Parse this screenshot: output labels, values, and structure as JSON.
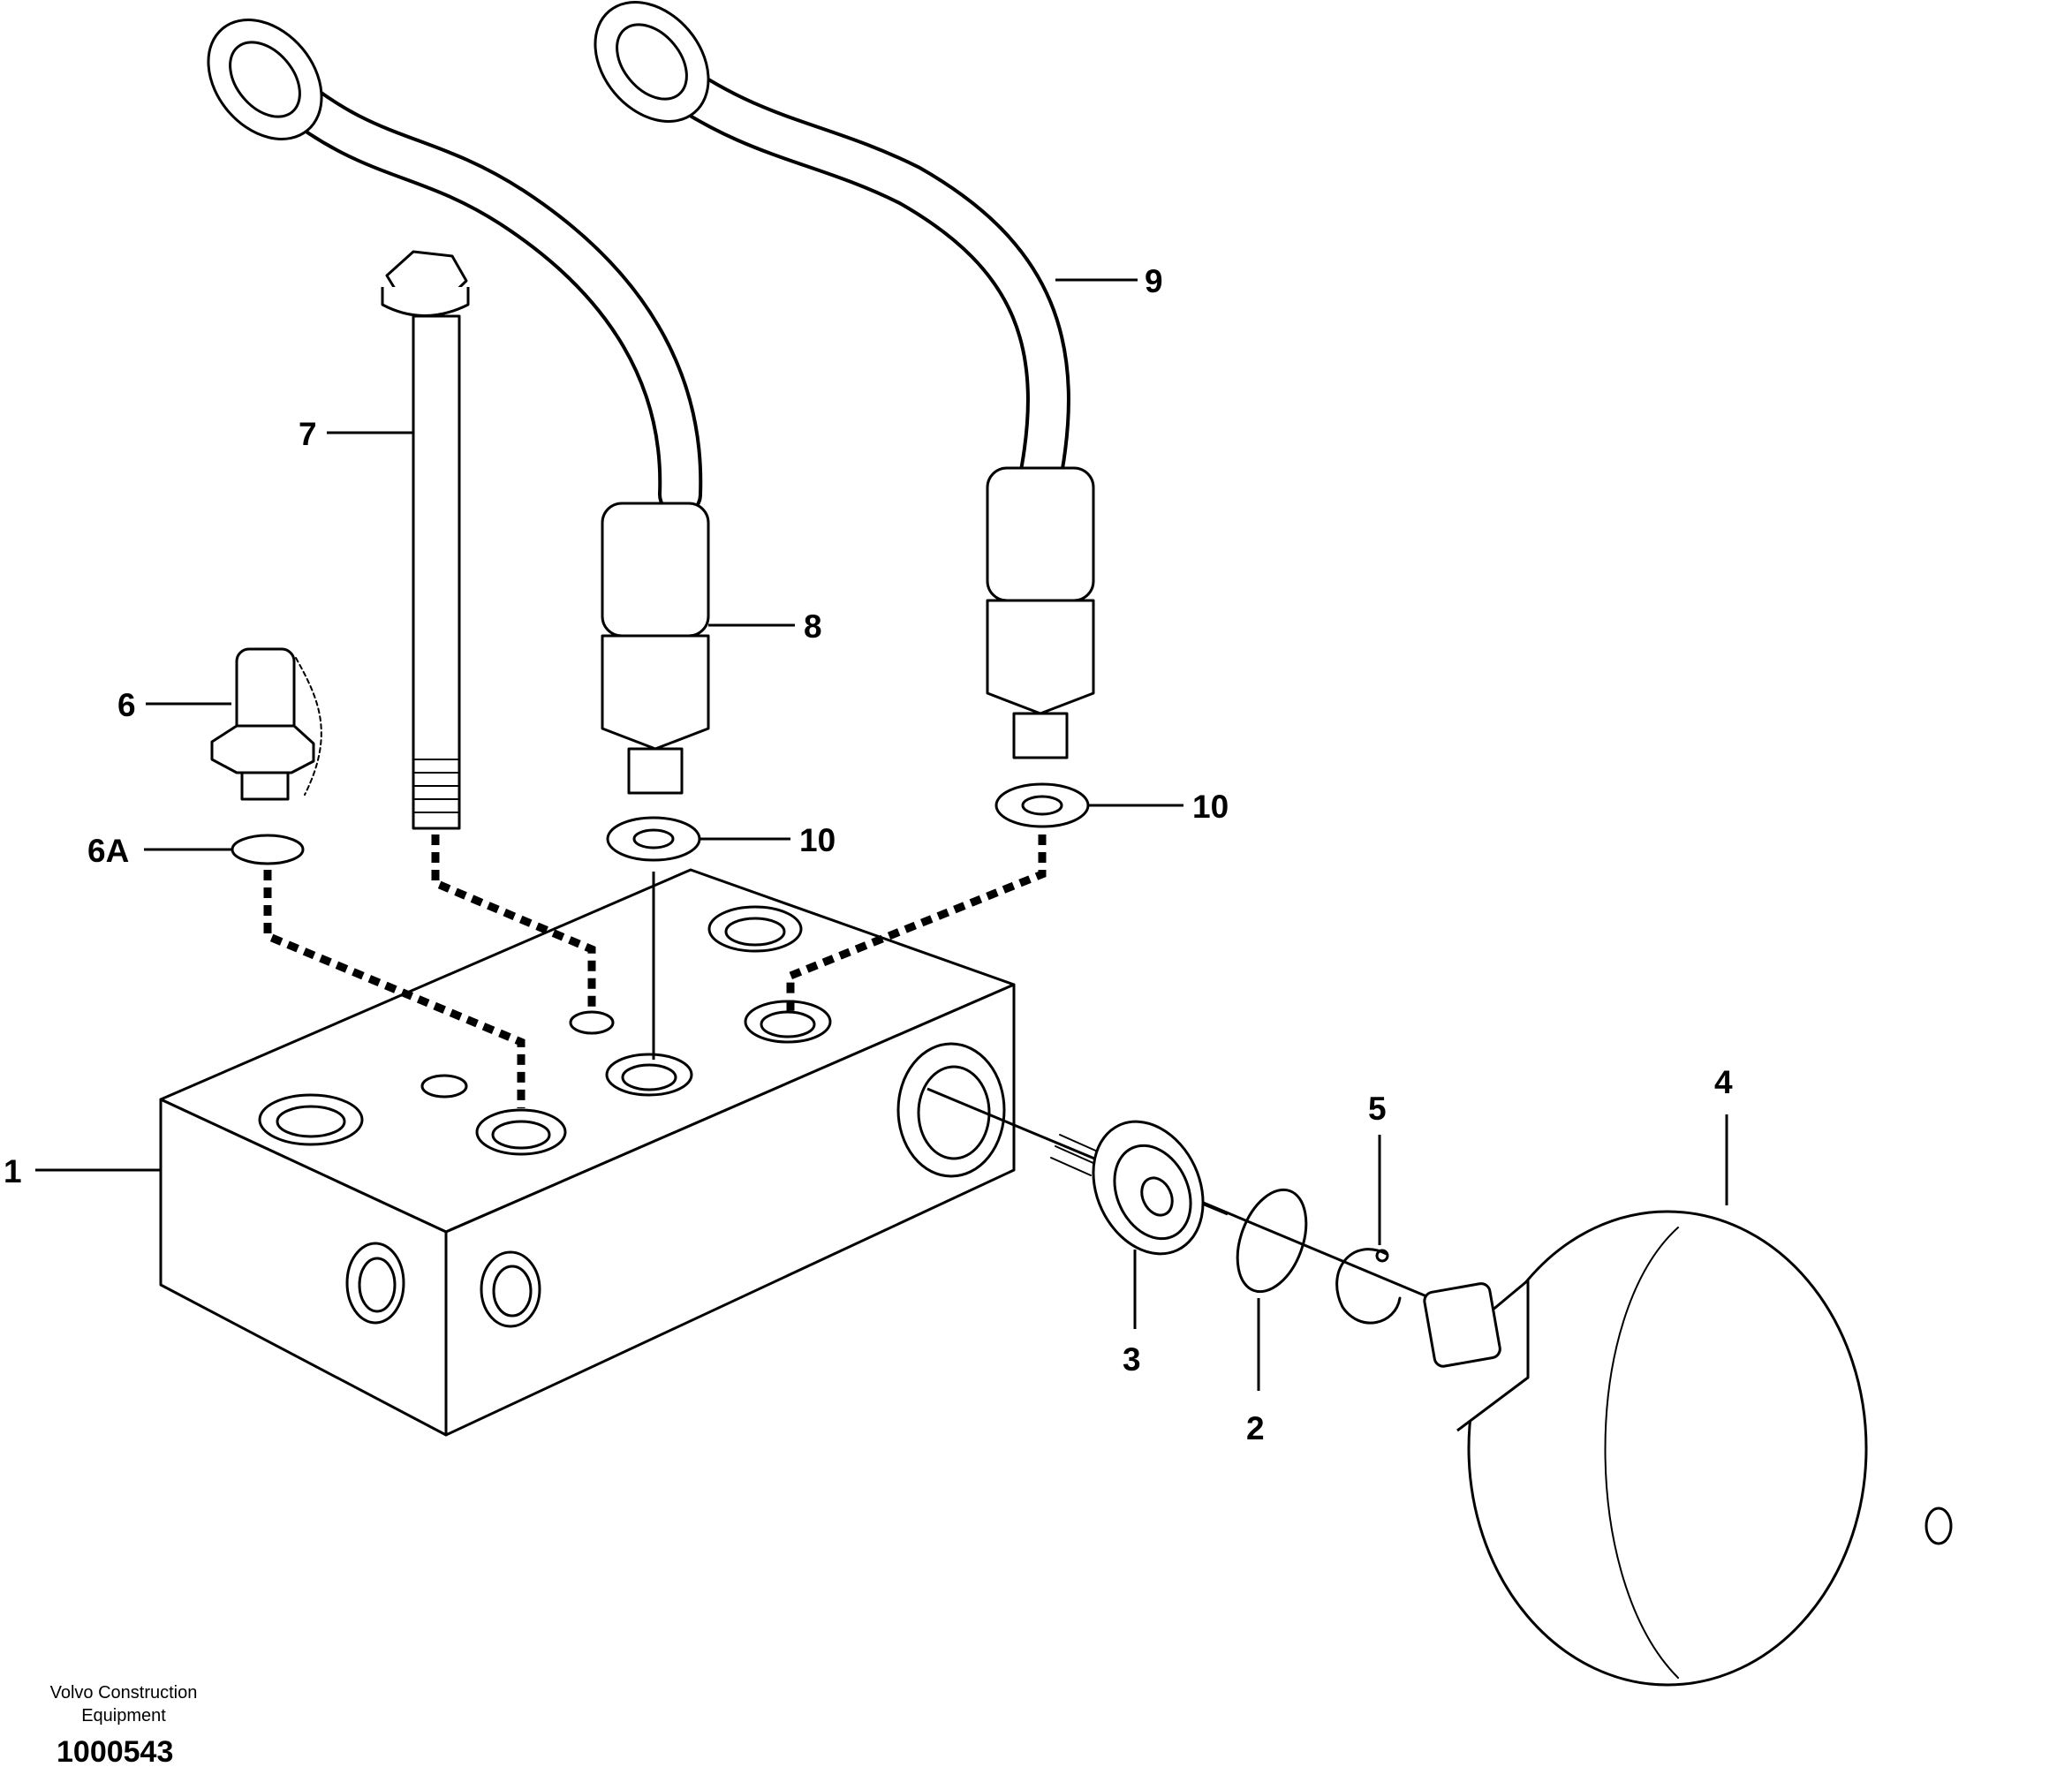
{
  "diagram": {
    "parts": [
      {
        "id": "p1",
        "label": "1"
      },
      {
        "id": "p2",
        "label": "2"
      },
      {
        "id": "p3",
        "label": "3"
      },
      {
        "id": "p4",
        "label": "4"
      },
      {
        "id": "p5",
        "label": "5"
      },
      {
        "id": "p6",
        "label": "6"
      },
      {
        "id": "p6a",
        "label": "6A"
      },
      {
        "id": "p7",
        "label": "7"
      },
      {
        "id": "p8",
        "label": "8"
      },
      {
        "id": "p9",
        "label": "9"
      },
      {
        "id": "p10a",
        "label": "10"
      },
      {
        "id": "p10b",
        "label": "10"
      }
    ]
  },
  "footer": {
    "credit_line1": "Volvo Construction",
    "credit_line2": "Equipment",
    "drawing_number": "1000543"
  }
}
